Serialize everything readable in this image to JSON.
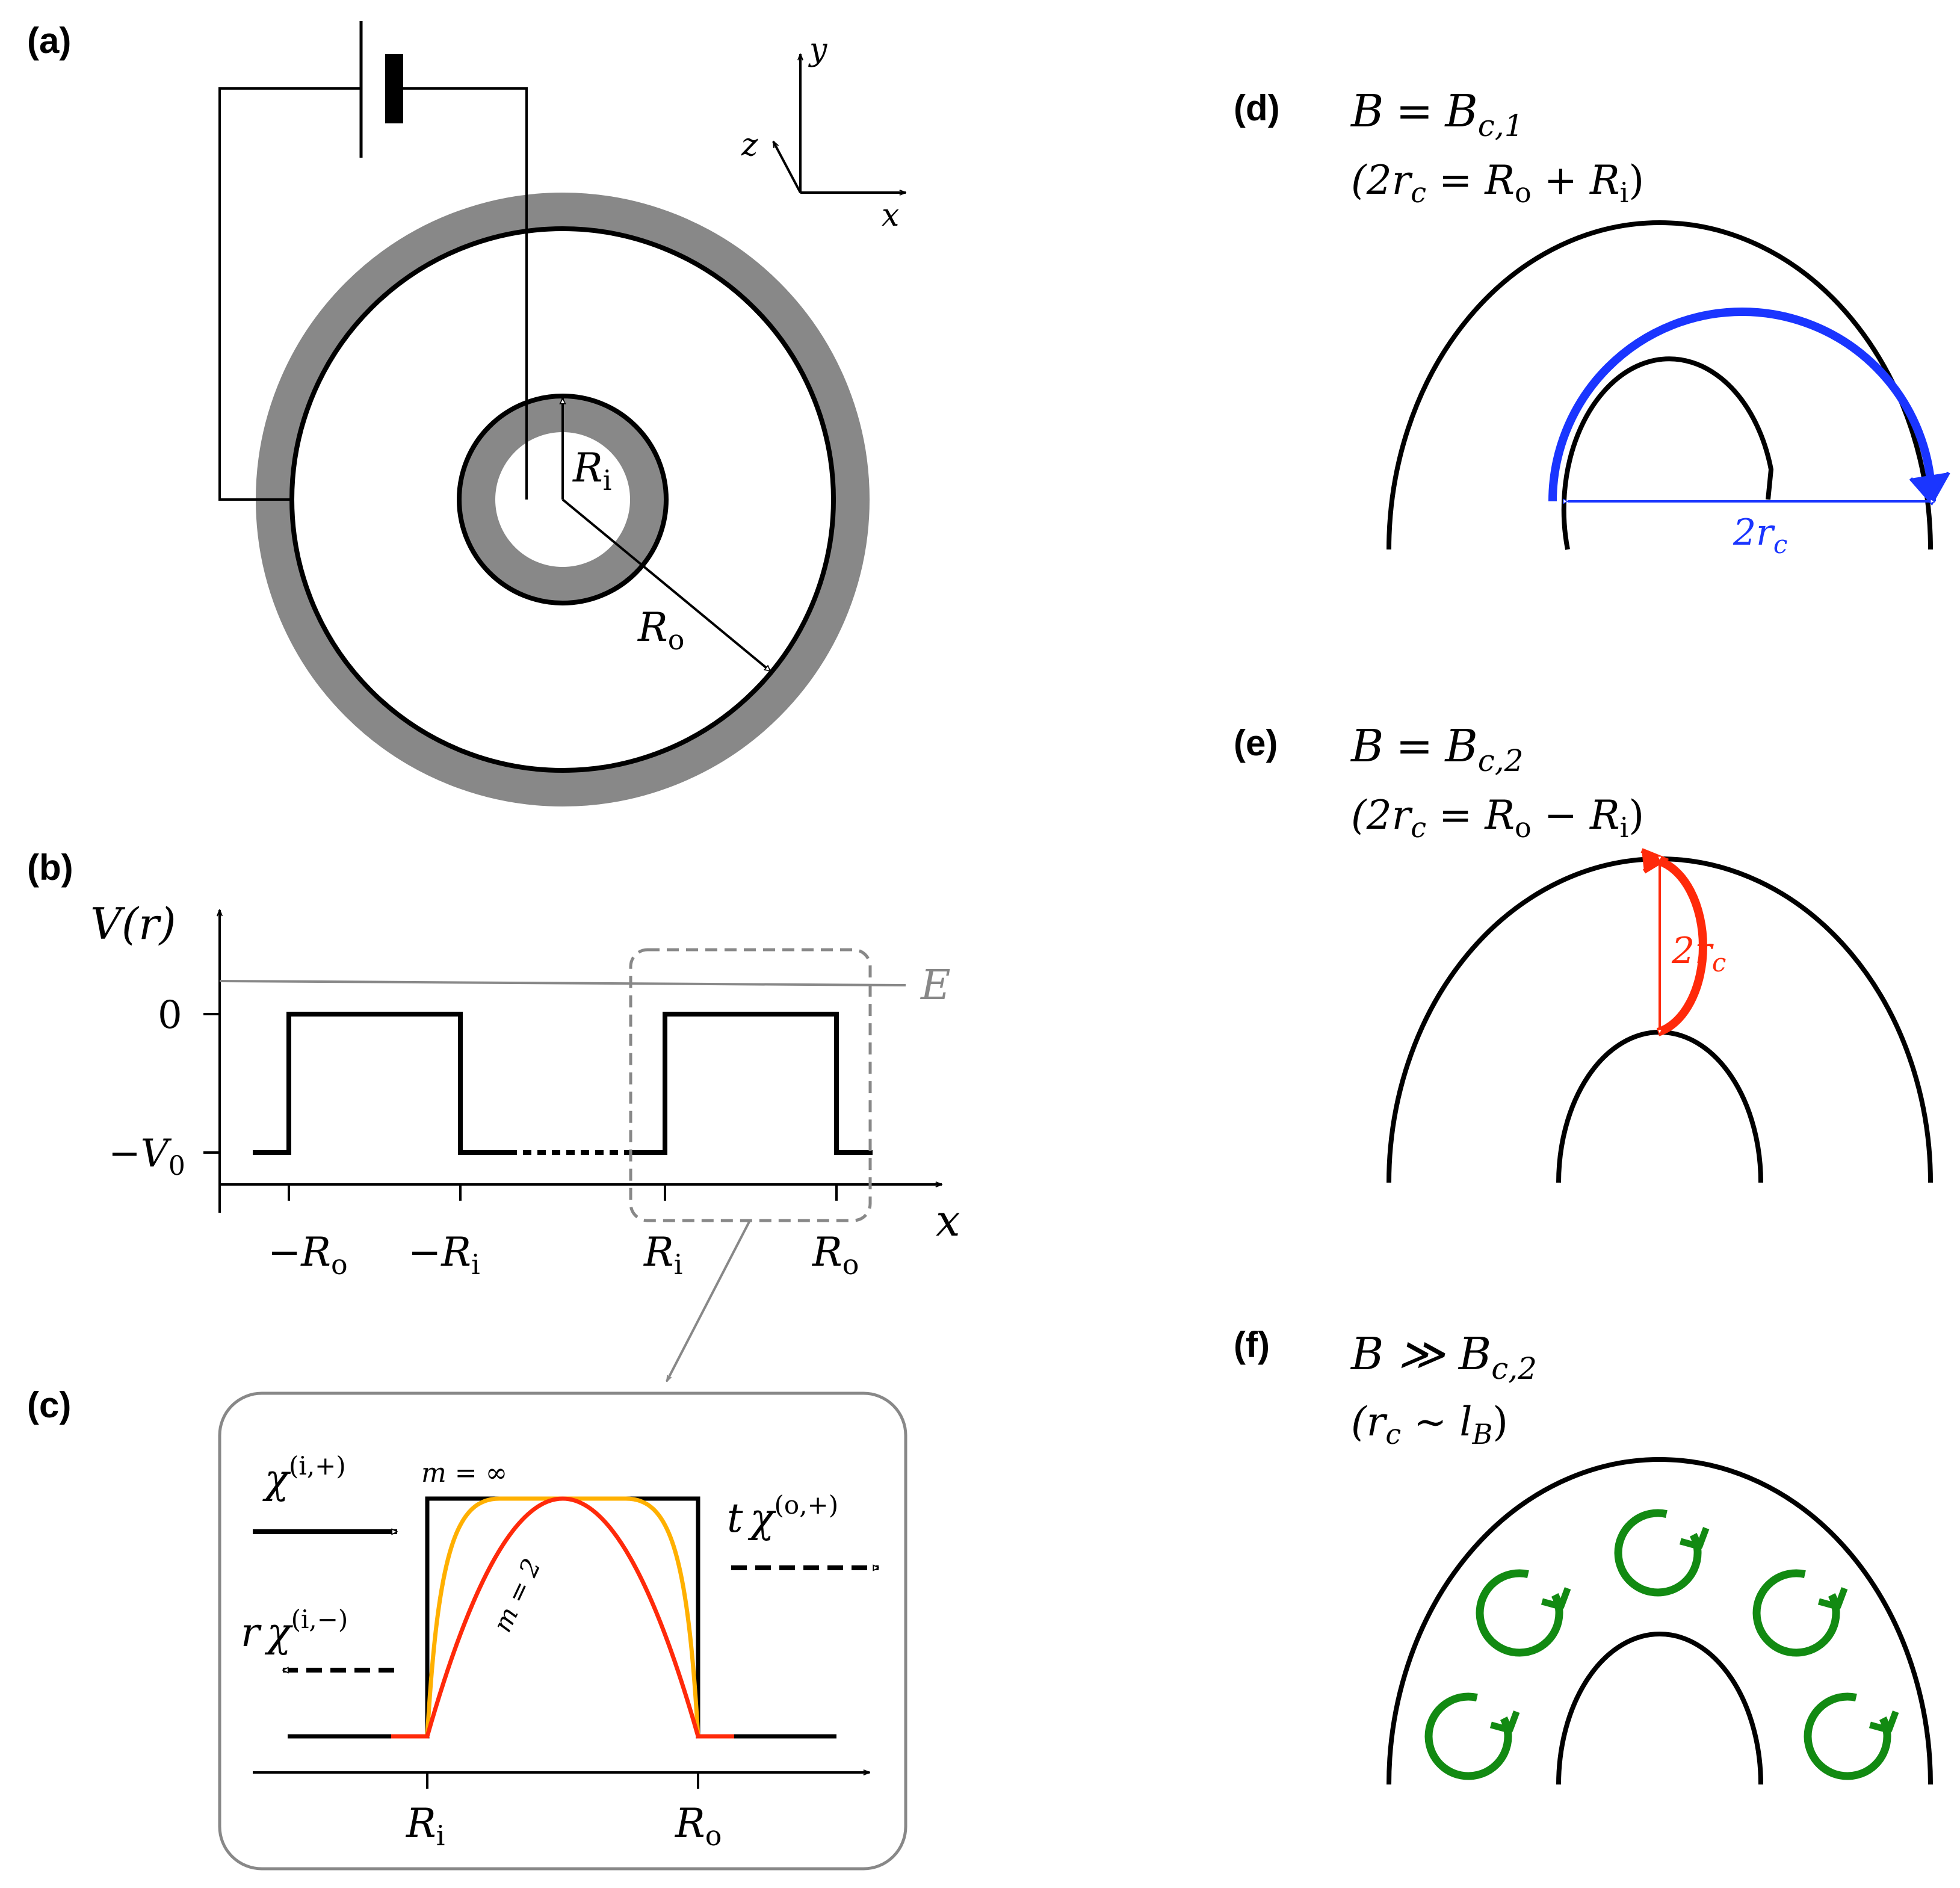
{
  "panels": {
    "a": {
      "label": "(a)",
      "r_i": "R",
      "r_i_sub": "i",
      "r_o": "R",
      "r_o_sub": "o",
      "axis_x": "x",
      "axis_y": "y",
      "axis_z": "z"
    },
    "b": {
      "label": "(b)",
      "ylabel": "V(r)",
      "energy": "E",
      "tick_zero": "0",
      "tick_v0": "−V",
      "tick_v0_sub": "0",
      "xlabel": "x",
      "xticks": [
        {
          "t": "−R",
          "s": "o"
        },
        {
          "t": "−R",
          "s": "i"
        },
        {
          "t": "R",
          "s": "i"
        },
        {
          "t": "R",
          "s": "o"
        }
      ]
    },
    "c": {
      "label": "(c)",
      "chi_in": "χ",
      "chi_in_sup": "(i,+)",
      "chi_ref_prefix": "r",
      "chi_ref": "χ",
      "chi_ref_sup": "(i,−)",
      "chi_tr_prefix": "t",
      "chi_tr": "χ",
      "chi_tr_sup": "(o,+)",
      "m_inf": "m = ∞",
      "m_two": "m = 2",
      "xticks": [
        {
          "t": "R",
          "s": "i"
        },
        {
          "t": "R",
          "s": "o"
        }
      ]
    },
    "d": {
      "label": "(d)",
      "eq_main": "B",
      "eq_rhs": "B",
      "eq_rhs_sub": "c,1",
      "cond": "(2r",
      "cond_sub": "c",
      "cond_rest": " = R",
      "cond_o": "o",
      "cond_op": " + R",
      "cond_i": "i",
      "cond_end": ")",
      "dim": "2r",
      "dim_sub": "c",
      "color": "#1a35ff"
    },
    "e": {
      "label": "(e)",
      "eq_main": "B",
      "eq_rhs": "B",
      "eq_rhs_sub": "c,2",
      "cond": "(2r",
      "cond_sub": "c",
      "cond_rest": " = R",
      "cond_o": "o",
      "cond_op": " − R",
      "cond_i": "i",
      "cond_end": ")",
      "dim": "2r",
      "dim_sub": "c",
      "color": "#ff2a0a"
    },
    "f": {
      "label": "(f)",
      "eq_main": "B ≫ B",
      "eq_rhs_sub": "c,2",
      "cond": "(r",
      "cond_sub": "c",
      "cond_rest": " ∼ l",
      "cond_b": "B",
      "cond_end": ")",
      "color": "#128a12"
    }
  },
  "colors": {
    "annulus_gray": "#888888",
    "curve_orange": "#ffb000",
    "curve_red": "#ff2a0a",
    "dash_gray": "#888888"
  }
}
